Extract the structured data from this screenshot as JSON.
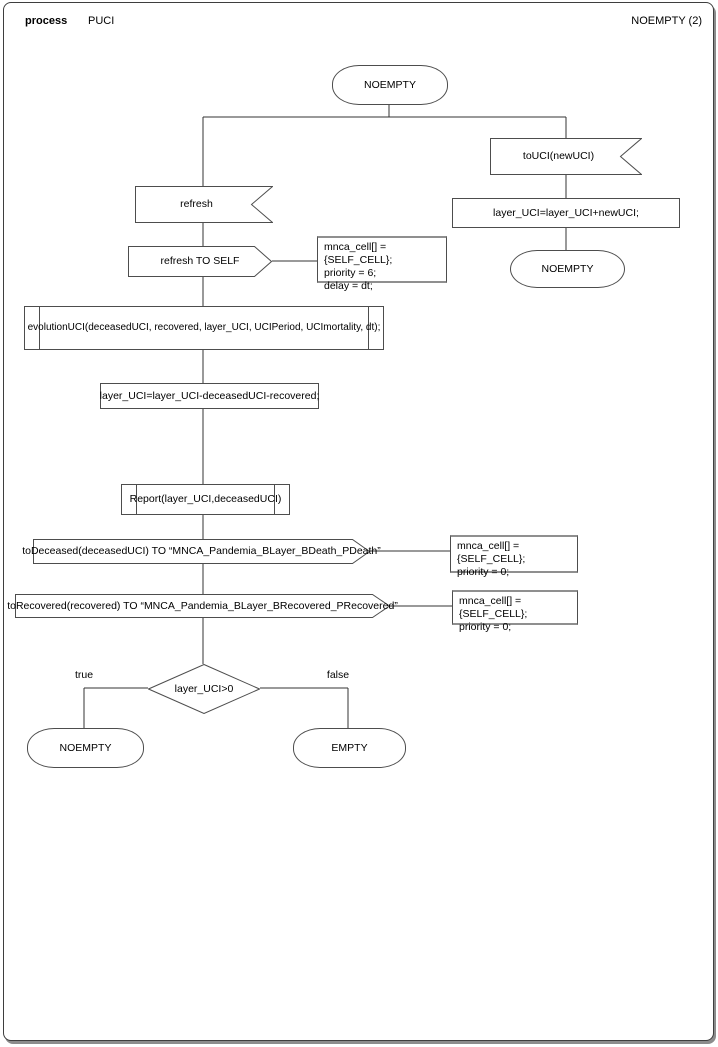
{
  "header": {
    "kind": "process",
    "name": "PUCI",
    "page": "NOEMPTY (2)"
  },
  "diagram": {
    "start_state": {
      "label": "NOEMPTY"
    },
    "left_branch": {
      "input_refresh": {
        "label": "refresh"
      },
      "output_refresh_to_self": {
        "label": "refresh TO SELF",
        "comment": "mnca_cell[] = {SELF_CELL};\npriority = 6;\ndelay = dt;"
      },
      "call_evolution": {
        "label": "evolutionUCI(deceasedUCI, recovered, layer_UCI, UCIPeriod, UCImortality, dt);"
      },
      "task_update": {
        "label": "layer_UCI=layer_UCI-deceasedUCI-recovered;"
      },
      "call_report": {
        "label": "Report(layer_UCI,deceasedUCI)"
      },
      "output_to_deceased": {
        "label": "toDeceased(deceasedUCI) TO “MNCA_Pandemia_BLayer_BDeath_PDeath”",
        "comment": "mnca_cell[] = {SELF_CELL};\npriority = 0;"
      },
      "output_to_recovered": {
        "label": "toRecovered(recovered) TO “MNCA_Pandemia_BLayer_BRecovered_PRecovered”",
        "comment": "mnca_cell[] = {SELF_CELL};\npriority = 0;"
      },
      "decision": {
        "label": "layer_UCI>0",
        "true_label": "true",
        "false_label": "false"
      },
      "state_true": {
        "label": "NOEMPTY"
      },
      "state_false": {
        "label": "EMPTY"
      }
    },
    "right_branch": {
      "input_touci": {
        "label": "toUCI(newUCI)"
      },
      "task_add": {
        "label": "layer_UCI=layer_UCI+newUCI;"
      },
      "state_end": {
        "label": "NOEMPTY"
      }
    }
  }
}
